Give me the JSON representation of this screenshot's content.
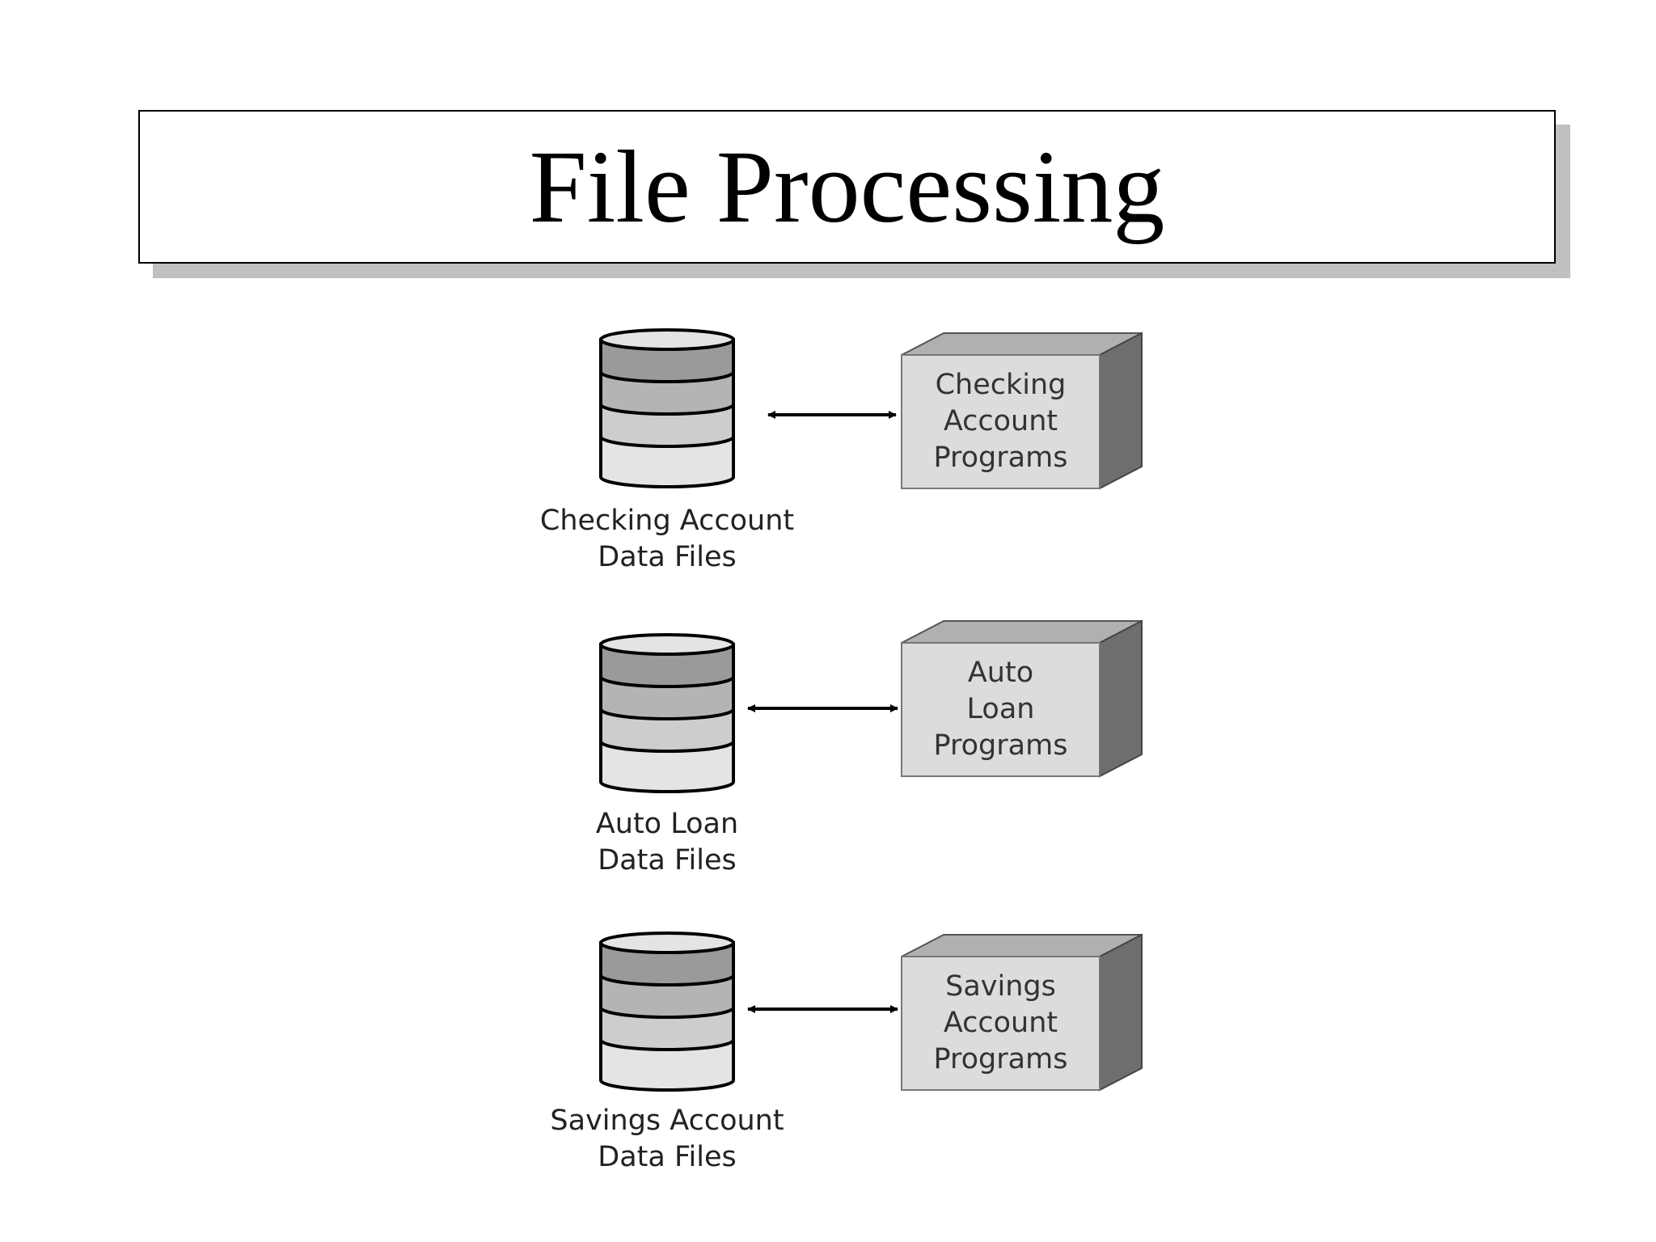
{
  "title": "File Processing",
  "rows": [
    {
      "file_label": [
        "Checking Account",
        "Data Files"
      ],
      "program_label": [
        "Checking",
        "Account",
        "Programs"
      ]
    },
    {
      "file_label": [
        "Auto Loan",
        "Data Files"
      ],
      "program_label": [
        "Auto",
        "Loan",
        "Programs"
      ]
    },
    {
      "file_label": [
        "Savings Account",
        "Data Files"
      ],
      "program_label": [
        "Savings",
        "Account",
        "Programs"
      ]
    }
  ],
  "colors": {
    "band_dark": "#9a9a9a",
    "band_mid": "#b4b4b4",
    "band_light": "#cdcdcd",
    "band_lightest": "#e4e4e4",
    "box_front": "#dcdcdc",
    "box_top": "#b0b0b0",
    "box_side": "#6e6e6e",
    "title_shadow": "#c0c0c0"
  }
}
